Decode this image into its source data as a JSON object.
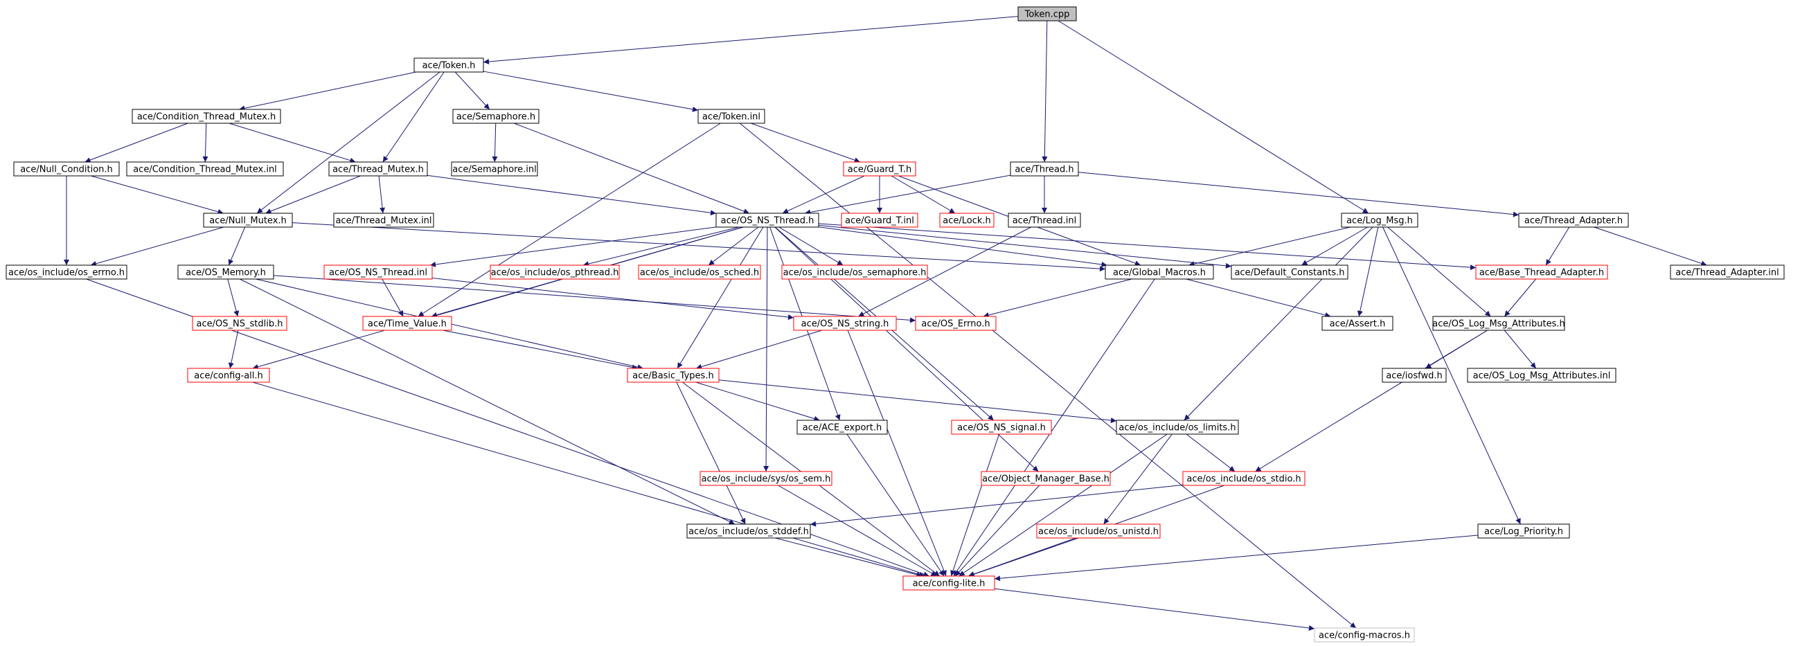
{
  "colors": {
    "edge": "#191970",
    "box_normal": "#000000",
    "box_external": "#ff0000",
    "box_plain": "#bfbfbf",
    "box_root_fill": "#bfbfbf",
    "text": "#000000"
  },
  "nodes": [
    {
      "id": "token_cpp",
      "label": "Token.cpp",
      "kind": "root"
    },
    {
      "id": "token_h",
      "label": "ace/Token.h",
      "kind": "normal"
    },
    {
      "id": "cond_thread_mutex_h",
      "label": "ace/Condition_Thread_Mutex.h",
      "kind": "normal"
    },
    {
      "id": "semaphore_h",
      "label": "ace/Semaphore.h",
      "kind": "normal"
    },
    {
      "id": "token_inl",
      "label": "ace/Token.inl",
      "kind": "normal"
    },
    {
      "id": "null_condition_h",
      "label": "ace/Null_Condition.h",
      "kind": "normal"
    },
    {
      "id": "cond_thread_mutex_inl",
      "label": "ace/Condition_Thread_Mutex.inl",
      "kind": "normal"
    },
    {
      "id": "thread_mutex_h",
      "label": "ace/Thread_Mutex.h",
      "kind": "normal"
    },
    {
      "id": "semaphore_inl",
      "label": "ace/Semaphore.inl",
      "kind": "normal"
    },
    {
      "id": "guard_t_h",
      "label": "ace/Guard_T.h",
      "kind": "external"
    },
    {
      "id": "thread_h",
      "label": "ace/Thread.h",
      "kind": "normal"
    },
    {
      "id": "null_mutex_h",
      "label": "ace/Null_Mutex.h",
      "kind": "normal"
    },
    {
      "id": "thread_mutex_inl",
      "label": "ace/Thread_Mutex.inl",
      "kind": "normal"
    },
    {
      "id": "os_ns_thread_h",
      "label": "ace/OS_NS_Thread.h",
      "kind": "normal"
    },
    {
      "id": "guard_t_inl",
      "label": "ace/Guard_T.inl",
      "kind": "external"
    },
    {
      "id": "lock_h",
      "label": "ace/Lock.h",
      "kind": "external"
    },
    {
      "id": "thread_inl",
      "label": "ace/Thread.inl",
      "kind": "normal"
    },
    {
      "id": "log_msg_h",
      "label": "ace/Log_Msg.h",
      "kind": "normal"
    },
    {
      "id": "thread_adapter_h",
      "label": "ace/Thread_Adapter.h",
      "kind": "normal"
    },
    {
      "id": "os_errno_h",
      "label": "ace/os_include/os_errno.h",
      "kind": "normal"
    },
    {
      "id": "os_memory_h",
      "label": "ace/OS_Memory.h",
      "kind": "normal"
    },
    {
      "id": "os_ns_thread_inl",
      "label": "ace/OS_NS_Thread.inl",
      "kind": "external"
    },
    {
      "id": "os_pthread_h",
      "label": "ace/os_include/os_pthread.h",
      "kind": "external"
    },
    {
      "id": "os_sched_h",
      "label": "ace/os_include/os_sched.h",
      "kind": "external"
    },
    {
      "id": "os_semaphore_h",
      "label": "ace/os_include/os_semaphore.h",
      "kind": "external"
    },
    {
      "id": "global_macros_h",
      "label": "ace/Global_Macros.h",
      "kind": "normal"
    },
    {
      "id": "default_constants_h",
      "label": "ace/Default_Constants.h",
      "kind": "normal"
    },
    {
      "id": "base_thread_adapter_h",
      "label": "ace/Base_Thread_Adapter.h",
      "kind": "external"
    },
    {
      "id": "thread_adapter_inl",
      "label": "ace/Thread_Adapter.inl",
      "kind": "normal"
    },
    {
      "id": "os_ns_stdlib_h",
      "label": "ace/OS_NS_stdlib.h",
      "kind": "external"
    },
    {
      "id": "time_value_h",
      "label": "ace/Time_Value.h",
      "kind": "external"
    },
    {
      "id": "os_ns_string_h",
      "label": "ace/OS_NS_string.h",
      "kind": "external"
    },
    {
      "id": "os_errno_ns_h",
      "label": "ace/OS_Errno.h",
      "kind": "external"
    },
    {
      "id": "assert_h",
      "label": "ace/Assert.h",
      "kind": "normal"
    },
    {
      "id": "os_log_msg_attr_h",
      "label": "ace/OS_Log_Msg_Attributes.h",
      "kind": "normal"
    },
    {
      "id": "config_all_h",
      "label": "ace/config-all.h",
      "kind": "external"
    },
    {
      "id": "basic_types_h",
      "label": "ace/Basic_Types.h",
      "kind": "external"
    },
    {
      "id": "iosfwd_h",
      "label": "ace/iosfwd.h",
      "kind": "normal"
    },
    {
      "id": "os_log_msg_attr_inl",
      "label": "ace/OS_Log_Msg_Attributes.inl",
      "kind": "normal"
    },
    {
      "id": "ace_export_h",
      "label": "ace/ACE_export.h",
      "kind": "normal"
    },
    {
      "id": "os_ns_signal_h",
      "label": "ace/OS_NS_signal.h",
      "kind": "external"
    },
    {
      "id": "os_limits_h",
      "label": "ace/os_include/os_limits.h",
      "kind": "normal"
    },
    {
      "id": "os_sem_h",
      "label": "ace/os_include/sys/os_sem.h",
      "kind": "external"
    },
    {
      "id": "object_manager_base_h",
      "label": "ace/Object_Manager_Base.h",
      "kind": "external"
    },
    {
      "id": "os_stdio_h",
      "label": "ace/os_include/os_stdio.h",
      "kind": "external"
    },
    {
      "id": "os_stddef_h",
      "label": "ace/os_include/os_stddef.h",
      "kind": "normal"
    },
    {
      "id": "os_unistd_h",
      "label": "ace/os_include/os_unistd.h",
      "kind": "external"
    },
    {
      "id": "log_priority_h",
      "label": "ace/Log_Priority.h",
      "kind": "normal"
    },
    {
      "id": "config_lite_h",
      "label": "ace/config-lite.h",
      "kind": "external"
    },
    {
      "id": "config_macros_h",
      "label": "ace/config-macros.h",
      "kind": "plain"
    }
  ],
  "edges": [
    [
      "token_cpp",
      "token_h"
    ],
    [
      "token_cpp",
      "thread_h"
    ],
    [
      "token_cpp",
      "log_msg_h"
    ],
    [
      "token_h",
      "cond_thread_mutex_h"
    ],
    [
      "token_h",
      "semaphore_h"
    ],
    [
      "token_h",
      "token_inl"
    ],
    [
      "token_h",
      "thread_mutex_h"
    ],
    [
      "token_h",
      "null_mutex_h"
    ],
    [
      "cond_thread_mutex_h",
      "null_condition_h"
    ],
    [
      "cond_thread_mutex_h",
      "cond_thread_mutex_inl"
    ],
    [
      "cond_thread_mutex_h",
      "thread_mutex_h"
    ],
    [
      "semaphore_h",
      "semaphore_inl"
    ],
    [
      "semaphore_h",
      "os_ns_thread_h"
    ],
    [
      "token_inl",
      "guard_t_h"
    ],
    [
      "token_inl",
      "time_value_h"
    ],
    [
      "token_inl",
      "config_macros_h"
    ],
    [
      "null_condition_h",
      "null_mutex_h"
    ],
    [
      "null_condition_h",
      "os_errno_h"
    ],
    [
      "thread_mutex_h",
      "thread_mutex_inl"
    ],
    [
      "thread_mutex_h",
      "null_mutex_h"
    ],
    [
      "thread_mutex_h",
      "os_ns_thread_h"
    ],
    [
      "guard_t_h",
      "os_ns_thread_h"
    ],
    [
      "guard_t_h",
      "guard_t_inl"
    ],
    [
      "guard_t_h",
      "lock_h"
    ],
    [
      "guard_t_h",
      "global_macros_h"
    ],
    [
      "thread_h",
      "thread_inl"
    ],
    [
      "thread_h",
      "os_ns_thread_h"
    ],
    [
      "thread_h",
      "thread_adapter_h"
    ],
    [
      "thread_inl",
      "os_ns_string_h"
    ],
    [
      "null_mutex_h",
      "os_errno_h"
    ],
    [
      "null_mutex_h",
      "os_memory_h"
    ],
    [
      "null_mutex_h",
      "global_macros_h"
    ],
    [
      "os_ns_thread_h",
      "config_all_h"
    ],
    [
      "os_ns_thread_h",
      "os_ns_thread_inl"
    ],
    [
      "os_ns_thread_h",
      "os_pthread_h"
    ],
    [
      "os_ns_thread_h",
      "os_sched_h"
    ],
    [
      "os_ns_thread_h",
      "os_semaphore_h"
    ],
    [
      "os_ns_thread_h",
      "global_macros_h"
    ],
    [
      "os_ns_thread_h",
      "default_constants_h"
    ],
    [
      "os_ns_thread_h",
      "base_thread_adapter_h"
    ],
    [
      "os_ns_thread_h",
      "basic_types_h"
    ],
    [
      "os_ns_thread_h",
      "ace_export_h"
    ],
    [
      "os_ns_thread_h",
      "os_ns_signal_h"
    ],
    [
      "os_ns_thread_h",
      "os_sem_h"
    ],
    [
      "os_ns_thread_h",
      "object_manager_base_h"
    ],
    [
      "os_ns_thread_h",
      "time_value_h"
    ],
    [
      "log_msg_h",
      "global_macros_h"
    ],
    [
      "log_msg_h",
      "default_constants_h"
    ],
    [
      "log_msg_h",
      "assert_h"
    ],
    [
      "log_msg_h",
      "os_log_msg_attr_h"
    ],
    [
      "log_msg_h",
      "os_limits_h"
    ],
    [
      "log_msg_h",
      "log_priority_h"
    ],
    [
      "thread_adapter_h",
      "base_thread_adapter_h"
    ],
    [
      "thread_adapter_h",
      "thread_adapter_inl"
    ],
    [
      "os_errno_h",
      "config_lite_h"
    ],
    [
      "os_memory_h",
      "os_ns_stdlib_h"
    ],
    [
      "os_memory_h",
      "os_errno_ns_h"
    ],
    [
      "os_memory_h",
      "basic_types_h"
    ],
    [
      "os_memory_h",
      "os_stddef_h"
    ],
    [
      "os_ns_thread_inl",
      "time_value_h"
    ],
    [
      "os_ns_thread_inl",
      "os_ns_string_h"
    ],
    [
      "global_macros_h",
      "os_errno_ns_h"
    ],
    [
      "global_macros_h",
      "assert_h"
    ],
    [
      "global_macros_h",
      "config_lite_h"
    ],
    [
      "base_thread_adapter_h",
      "os_log_msg_attr_h"
    ],
    [
      "os_ns_stdlib_h",
      "config_all_h"
    ],
    [
      "time_value_h",
      "basic_types_h"
    ],
    [
      "os_ns_string_h",
      "basic_types_h"
    ],
    [
      "os_ns_string_h",
      "config_lite_h"
    ],
    [
      "os_log_msg_attr_h",
      "iosfwd_h"
    ],
    [
      "os_log_msg_attr_h",
      "os_log_msg_attr_inl"
    ],
    [
      "os_log_msg_attr_h",
      "os_stdio_h"
    ],
    [
      "config_all_h",
      "config_lite_h"
    ],
    [
      "basic_types_h",
      "ace_export_h"
    ],
    [
      "basic_types_h",
      "os_limits_h"
    ],
    [
      "basic_types_h",
      "os_stddef_h"
    ],
    [
      "basic_types_h",
      "config_lite_h"
    ],
    [
      "ace_export_h",
      "config_lite_h"
    ],
    [
      "os_ns_signal_h",
      "config_lite_h"
    ],
    [
      "os_limits_h",
      "os_stdio_h"
    ],
    [
      "os_limits_h",
      "os_unistd_h"
    ],
    [
      "os_limits_h",
      "config_lite_h"
    ],
    [
      "os_sem_h",
      "config_lite_h"
    ],
    [
      "object_manager_base_h",
      "config_lite_h"
    ],
    [
      "os_stdio_h",
      "os_stddef_h"
    ],
    [
      "os_stdio_h",
      "config_lite_h"
    ],
    [
      "os_stddef_h",
      "config_lite_h"
    ],
    [
      "os_unistd_h",
      "config_lite_h"
    ],
    [
      "log_priority_h",
      "config_lite_h"
    ],
    [
      "config_lite_h",
      "config_macros_h"
    ]
  ]
}
